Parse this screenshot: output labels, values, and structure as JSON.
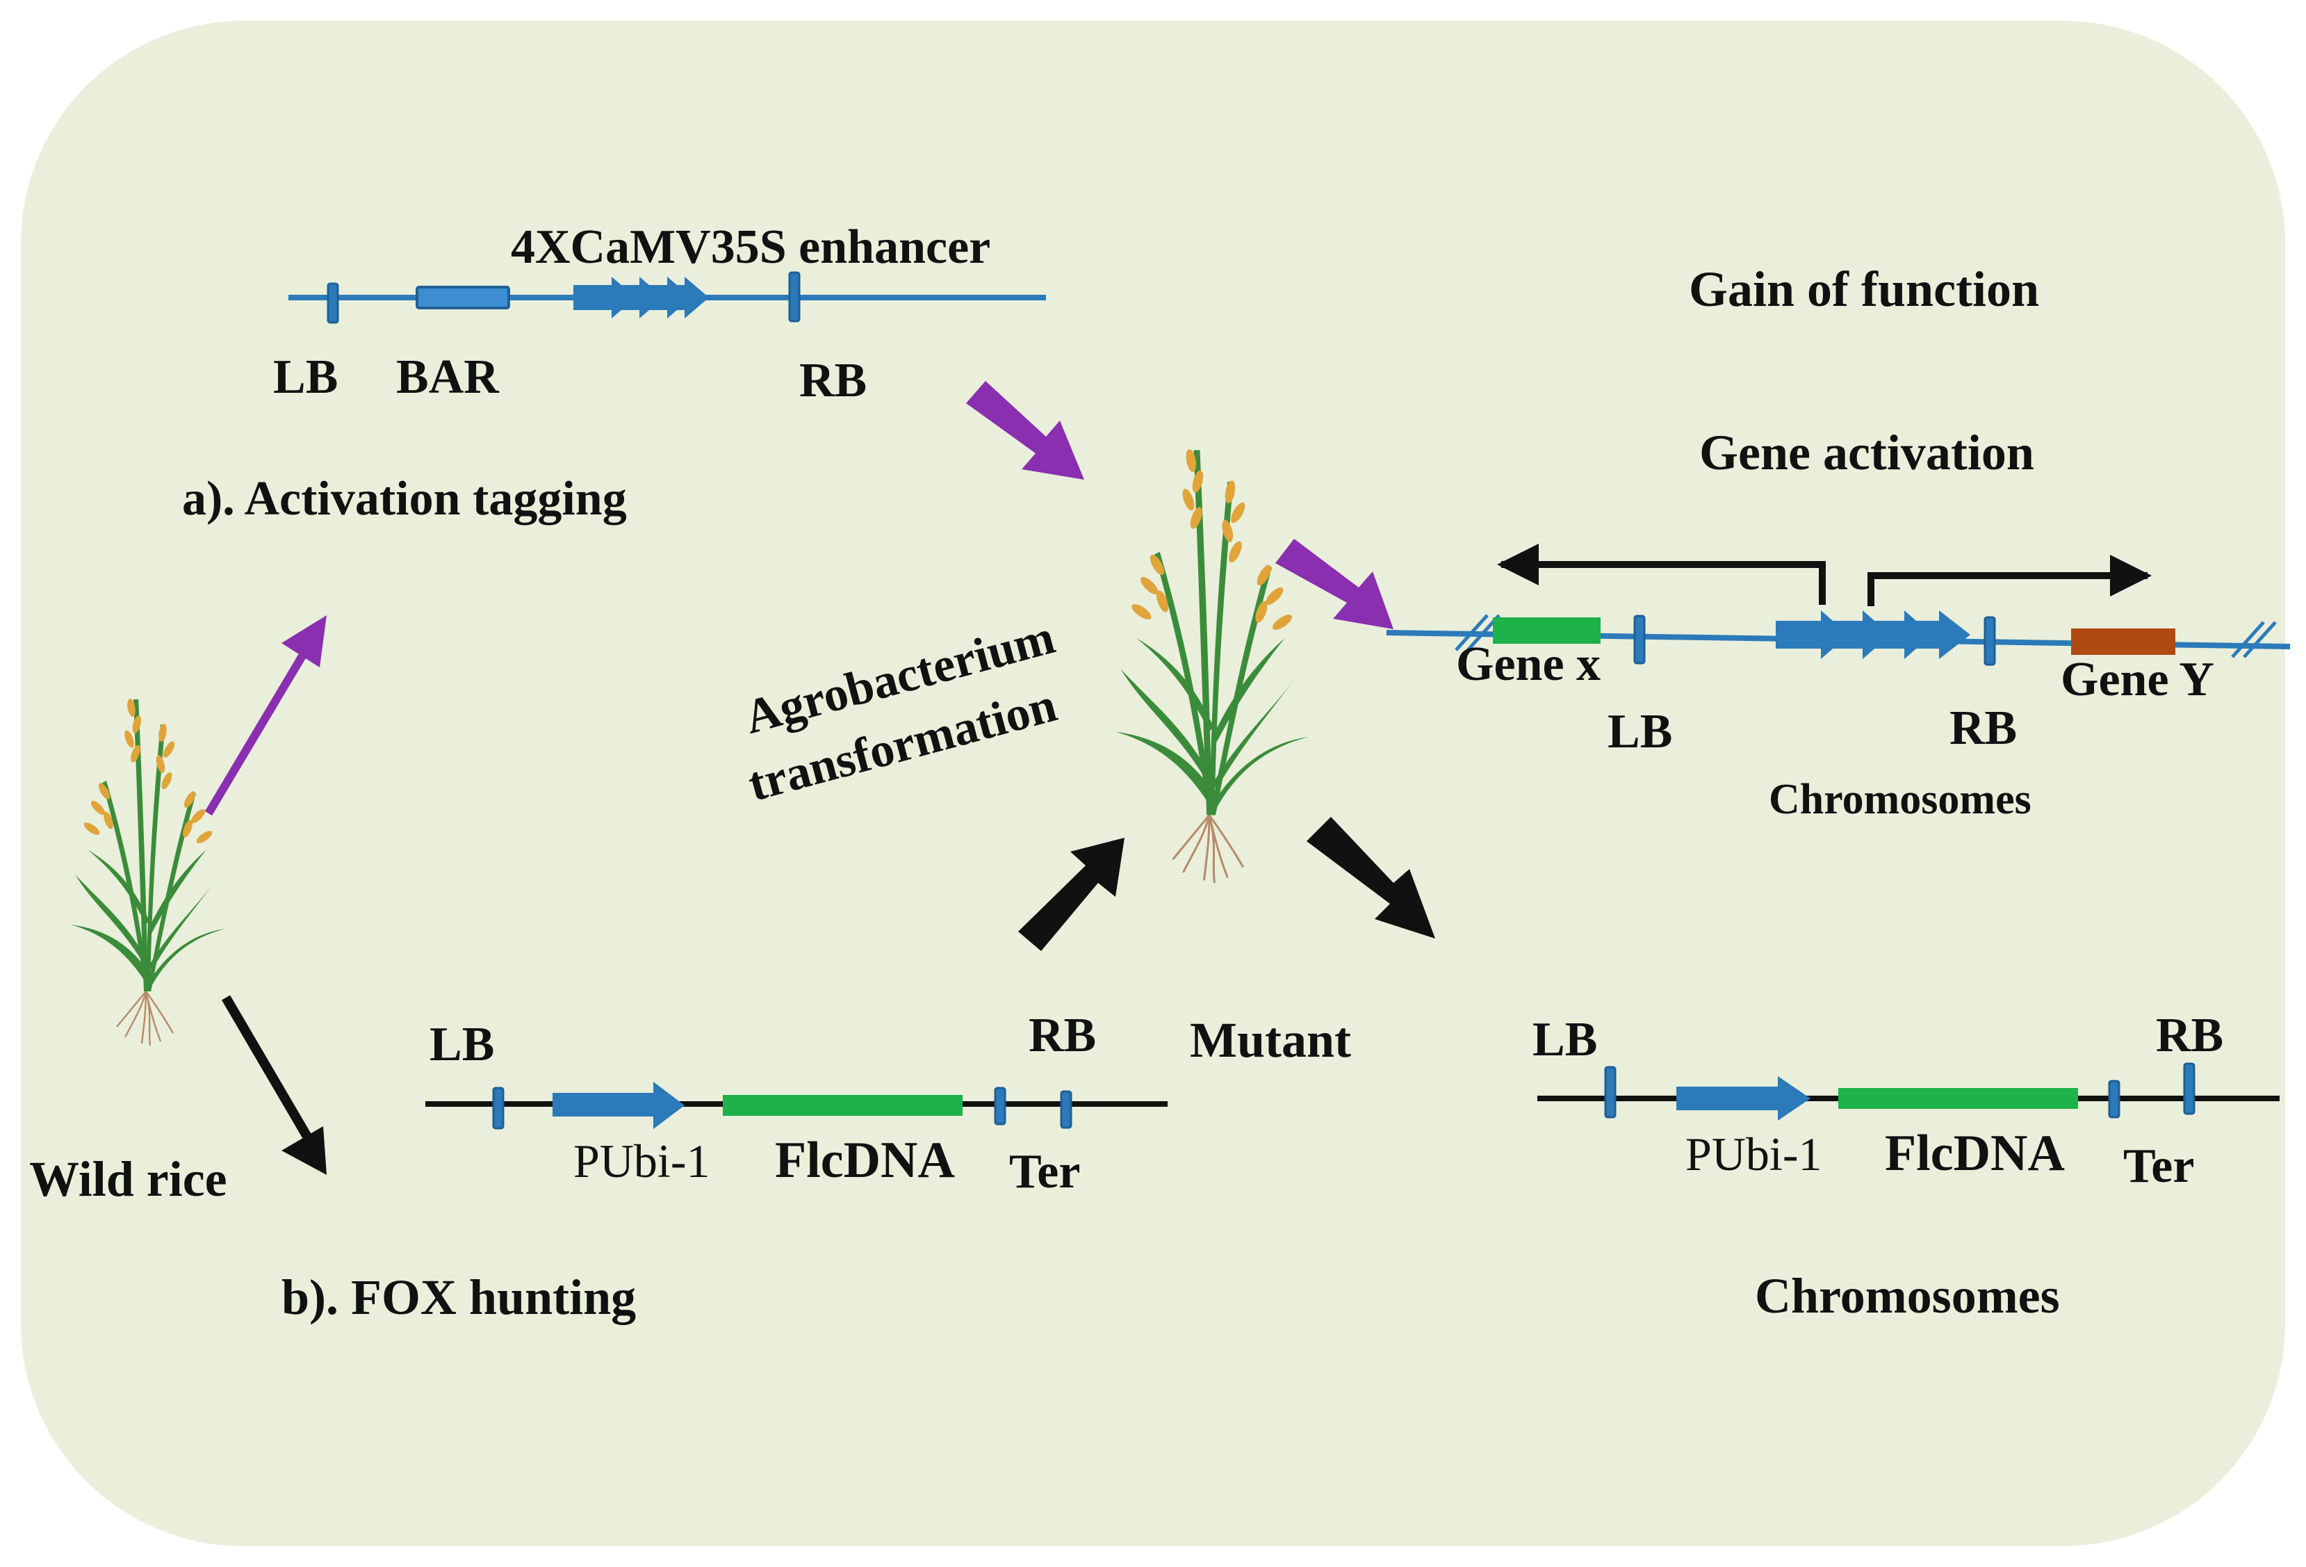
{
  "colors": {
    "panel": "#e9efdb",
    "blue": "#2b7ab9",
    "dark_blue": "#1f5f94",
    "green": "#1db24a",
    "brown": "#b14a12",
    "purple": "#8a2fb0",
    "black": "#111111",
    "stem": "#3b8c3a",
    "grain": "#e0a43a",
    "root": "#b78a6a"
  },
  "activation_tagging": {
    "enhancer_label": "4XCaMV35S enhancer",
    "lb": "LB",
    "bar": "BAR",
    "rb": "RB",
    "caption": "a). Activation tagging"
  },
  "gain": {
    "title": "Gain of function",
    "subtitle": "Gene activation",
    "gene_x": "Gene x",
    "lb": "LB",
    "rb": "RB",
    "gene_y": "Gene Y",
    "chromosomes": "Chromosomes"
  },
  "center": {
    "agrobacterium_line1": "Agrobacterium",
    "agrobacterium_line2": "transformation",
    "mutant": "Mutant"
  },
  "wild": {
    "label": "Wild rice"
  },
  "fox": {
    "lb": "LB",
    "rb": "RB",
    "pubi": "PUbi-1",
    "flcdna": "FlcDNA",
    "ter": "Ter",
    "caption": "b). FOX hunting"
  },
  "fox_chrom": {
    "lb": "LB",
    "rb": "RB",
    "pubi": "PUbi-1",
    "flcdna": "FlcDNA",
    "ter": "Ter",
    "caption": "Chromosomes"
  },
  "icons": [
    "rice-plant-icon",
    "arrow-icon"
  ]
}
